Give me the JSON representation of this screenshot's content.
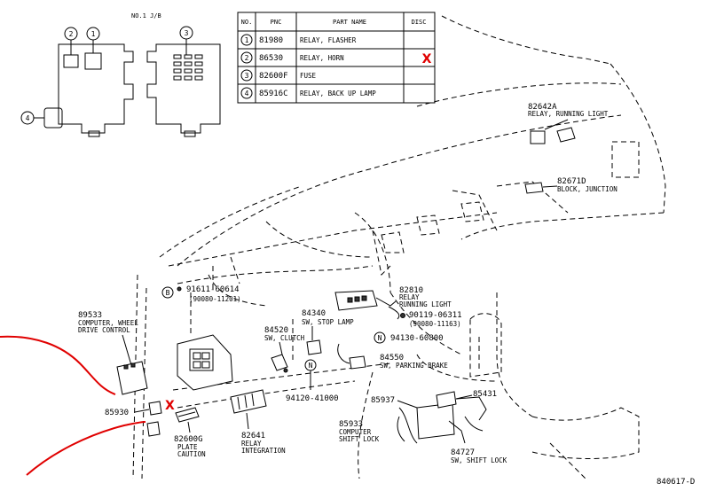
{
  "header": {
    "junction_label": "NO.1 J/B"
  },
  "table": {
    "headers": [
      "NO.",
      "PNC",
      "PART NAME",
      "DISC"
    ],
    "rows": [
      {
        "no": "1",
        "pnc": "81980",
        "name": "RELAY, FLASHER",
        "disc": ""
      },
      {
        "no": "2",
        "pnc": "86530",
        "name": "RELAY, HORN",
        "disc": "X"
      },
      {
        "no": "3",
        "pnc": "82600F",
        "name": "FUSE",
        "disc": ""
      },
      {
        "no": "4",
        "pnc": "85916C",
        "name": "RELAY, BACK UP LAMP",
        "disc": ""
      }
    ]
  },
  "callouts": {
    "c1": "1",
    "c2": "2",
    "c3": "3",
    "c4": "4",
    "b": "B",
    "n1": "N",
    "n2": "N"
  },
  "parts": {
    "p82642a": {
      "num": "82642A",
      "name": "RELAY, RUNNING LIGHT"
    },
    "p82671d": {
      "num": "82671D",
      "name": "BLOCK, JUNCTION"
    },
    "p91611": {
      "num": "91611-60614",
      "alt": "(90080-11201)"
    },
    "p82810": {
      "num": "82810",
      "name1": "RELAY",
      "name2": "RUNNING LIGHT"
    },
    "p90119": {
      "num": "90119-06311",
      "alt": "(90080-11163)"
    },
    "p89533": {
      "num": "89533",
      "name1": "COMPUTER, WHEEL",
      "name2": "DRIVE CONTROL"
    },
    "p84520": {
      "num": "84520",
      "name": "SW, CLUTCH"
    },
    "p84340": {
      "num": "84340",
      "name": "SW, STOP LAMP"
    },
    "p94130": {
      "num": "94130-60800"
    },
    "p84550": {
      "num": "84550",
      "name": "SW, PARKING BRAKE"
    },
    "p94120": {
      "num": "94120-41000"
    },
    "p85930": {
      "num": "85930"
    },
    "p82600g": {
      "num": "82600G",
      "name1": "PLATE",
      "name2": "CAUTION"
    },
    "p82641": {
      "num": "82641",
      "name1": "RELAY",
      "name2": "INTEGRATION"
    },
    "p85937": {
      "num": "85937"
    },
    "p85431": {
      "num": "85431"
    },
    "p85933": {
      "num": "85933",
      "name1": "COMPUTER",
      "name2": "SHIFT LOCK"
    },
    "p84727": {
      "num": "84727",
      "name": "SW, SHIFT LOCK"
    }
  },
  "marks": {
    "x_mark": "X"
  },
  "footer": {
    "drawing_code": "840617-D"
  },
  "colors": {
    "ink": "#000000",
    "annotation_red": "#e00000",
    "background": "#ffffff"
  }
}
